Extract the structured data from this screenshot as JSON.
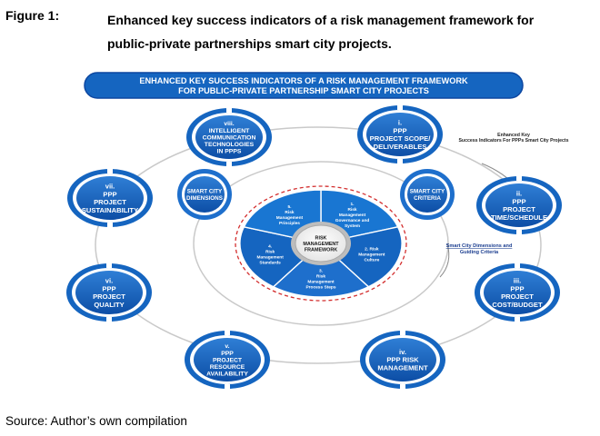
{
  "figure": {
    "label": "Figure 1:",
    "title_line1": "Enhanced key success indicators of a risk management framework for",
    "title_line2": "public-private partnerships smart city projects."
  },
  "banner": {
    "line1": "ENHANCED KEY SUCCESS INDICATORS OF A RISK MANAGEMENT FRAMEWORK",
    "line2": "FOR PUBLIC-PRIVATE PARTNERSHIP SMART CITY PROJECTS"
  },
  "outer_ring_label": {
    "line1": "Enhanced Key",
    "line2": "Success Indicators For PPPs Smart City Projects"
  },
  "middle_ring_label": {
    "line1": "Smart City Dimensions and",
    "line2": "Guiding Criteria"
  },
  "indicators": [
    {
      "id": "i",
      "lines": [
        "i.",
        "PPP",
        "PROJECT SCOPE/",
        "DELIVERABLES"
      ]
    },
    {
      "id": "ii",
      "lines": [
        "ii.",
        "PPP",
        "PROJECT",
        "TIME/SCHEDULE"
      ]
    },
    {
      "id": "iii",
      "lines": [
        "iii.",
        "PPP",
        "PROJECT",
        "COST/BUDGET"
      ]
    },
    {
      "id": "iv",
      "lines": [
        "iv.",
        "PPP RISK",
        "MANAGEMENT"
      ]
    },
    {
      "id": "v",
      "lines": [
        "v.",
        "PPP",
        "PROJECT",
        "RESOURCE",
        "AVAILABILITY"
      ]
    },
    {
      "id": "vi",
      "lines": [
        "vi.",
        "PPP",
        "PROJECT",
        "QUALITY"
      ]
    },
    {
      "id": "vii",
      "lines": [
        "vii.",
        "PPP",
        "PROJECT",
        "SUSTAINABILITY"
      ]
    },
    {
      "id": "viii",
      "lines": [
        "viii.",
        "INTELLIGENT",
        "COMMUNICATION",
        "TECHNOLOGIES",
        "IN PPPS"
      ]
    }
  ],
  "smart_city": {
    "dimensions": [
      "SMART CITY",
      "DIMENSIONS"
    ],
    "criteria": [
      "SMART CITY",
      "CRITERIA"
    ]
  },
  "framework": {
    "center": [
      "RISK",
      "MANAGEMENT",
      "FRAMEWORK"
    ],
    "segments": [
      {
        "id": "s1",
        "lines": [
          "1.",
          "Risk",
          "Management",
          "Governance and",
          "System"
        ]
      },
      {
        "id": "s2",
        "lines": [
          "2. Risk",
          "Management",
          "Culture"
        ]
      },
      {
        "id": "s3",
        "lines": [
          "3.",
          "Risk",
          "Management",
          "Process Steps"
        ]
      },
      {
        "id": "s4",
        "lines": [
          "4.",
          "Risk",
          "Management",
          "Standards"
        ]
      },
      {
        "id": "s5",
        "lines": [
          "5.",
          "Risk",
          "Management",
          "Principles"
        ]
      }
    ]
  },
  "source": "Source: Author’s own compilation",
  "colors": {
    "primary_blue": "#1565c0",
    "light_blue": "#3b8ede",
    "ring_gray": "#c9c9c9",
    "dashed_red": "#d32f2f"
  }
}
